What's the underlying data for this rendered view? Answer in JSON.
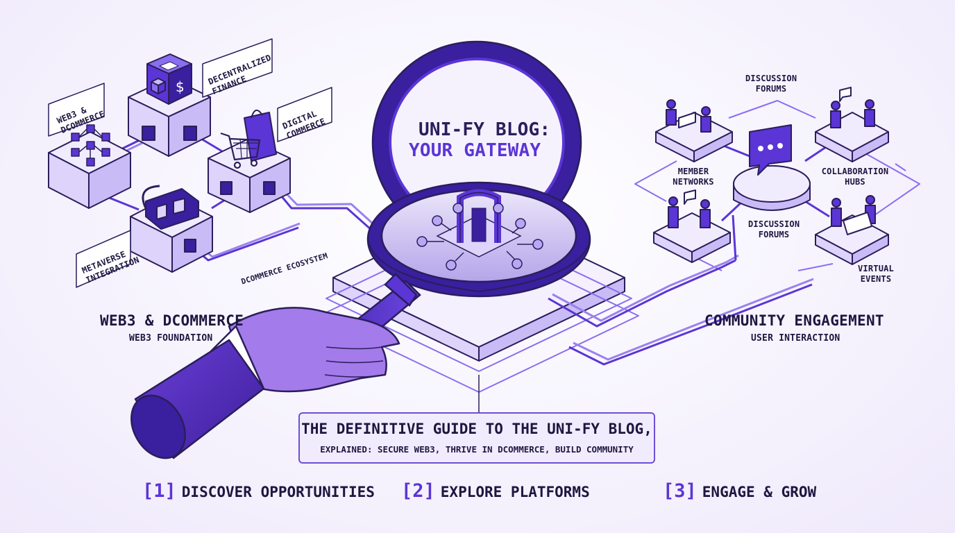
{
  "center": {
    "title_line1": "UNI-FY BLOG:",
    "title_line2": "YOUR GATEWAY"
  },
  "left": {
    "labels": {
      "web3_dcommerce": "WEB3 & DCOMMERCE",
      "decentralized_finance": "DECENTRALIZED FINANCE",
      "digital_commerce": "DIGITAL COMMERCE",
      "metaverse_integration": "METAVERSE INTEGRATION",
      "dcommerce_ecosystem": "DCOMMERCE ECOSYSTEM"
    },
    "section_title": "WEB3 & DCOMMERCE",
    "section_subtitle": "WEB3 FOUNDATION"
  },
  "right": {
    "labels": {
      "discussion_forums_top": "DISCUSSION FORUMS",
      "member_networks": "MEMBER NETWORKS",
      "collaboration_hubs": "COLLABORATION HUBS",
      "discussion_forums_bottom": "DISCUSSION FORUMS",
      "virtual_events": "VIRTUAL EVENTS"
    },
    "section_title": "COMMUNITY ENGAGEMENT",
    "section_subtitle": "USER INTERACTION"
  },
  "guide": {
    "title": "THE DEFINITIVE GUIDE TO THE UNI-FY BLOG,",
    "subtitle": "EXPLAINED: SECURE WEB3, THRIVE IN DCOMMERCE, BUILD COMMUNITY"
  },
  "steps": [
    {
      "num": "[1]",
      "label": "DISCOVER OPPORTUNITIES"
    },
    {
      "num": "[2]",
      "label": "EXPLORE PLATFORMS"
    },
    {
      "num": "[3]",
      "label": "ENGAGE & GROW"
    }
  ],
  "colors": {
    "accent": "#5b35d5",
    "deep_purple": "#3a1f9e",
    "light_purple": "#d9cffa",
    "outline": "#2a1e5c"
  },
  "icons": [
    "magnifying-glass-icon",
    "hand-icon",
    "chat-bubble-icon",
    "dollar-icon",
    "shopping-cart-icon",
    "vr-headset-icon",
    "network-nodes-icon",
    "portal-gate-icon",
    "people-icon"
  ]
}
